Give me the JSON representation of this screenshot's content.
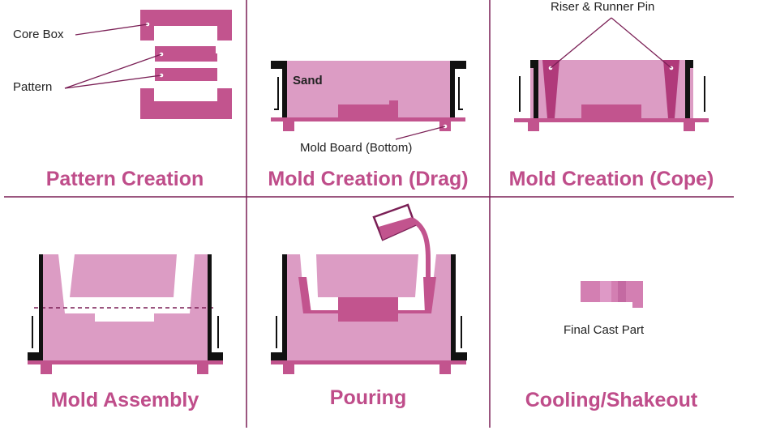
{
  "colors": {
    "sand": "#dc9cc4",
    "metal": "#c2548e",
    "divider": "#7a1f55",
    "dark": "#111111",
    "title": "#bf4d8a"
  },
  "panels": {
    "pattern_creation": {
      "title": "Pattern Creation",
      "labels": {
        "core_box": "Core Box",
        "pattern": "Pattern"
      }
    },
    "mold_drag": {
      "title": "Mold Creation (Drag)",
      "labels": {
        "sand": "Sand",
        "mold_board": "Mold Board (Bottom)"
      }
    },
    "mold_cope": {
      "title": "Mold Creation (Cope)",
      "labels": {
        "riser_runner": "Riser & Runner Pin"
      }
    },
    "mold_assembly": {
      "title": "Mold Assembly"
    },
    "pouring": {
      "title": "Pouring"
    },
    "cooling": {
      "title": "Cooling/Shakeout",
      "labels": {
        "final_cast_part": "Final Cast Part"
      }
    }
  }
}
